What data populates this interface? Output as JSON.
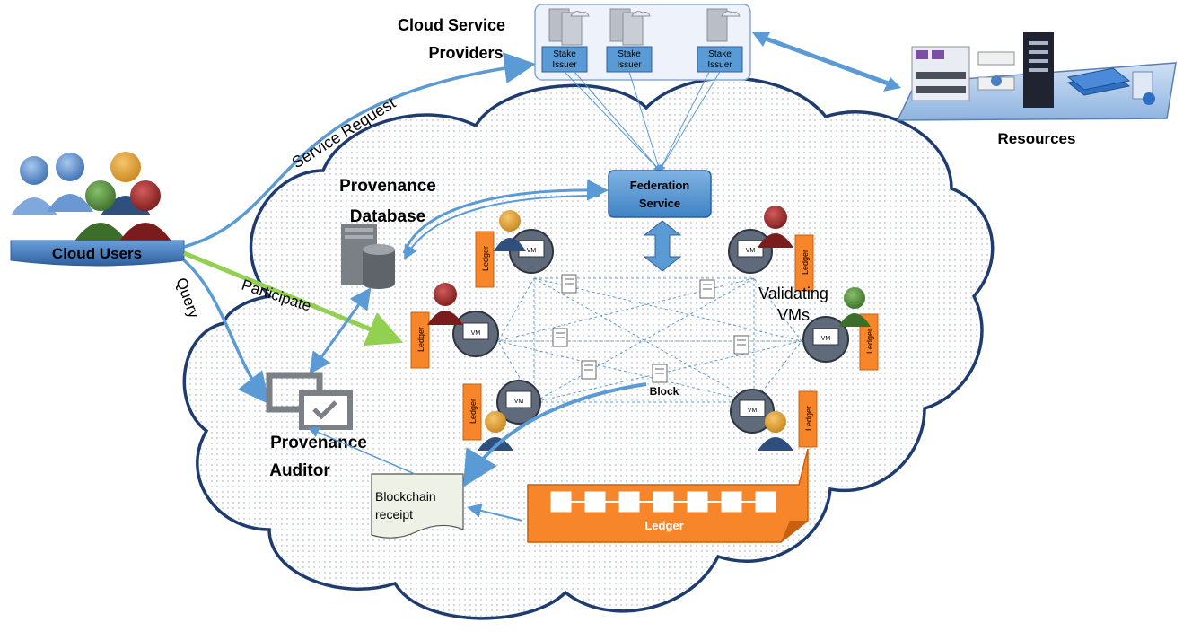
{
  "labels": {
    "cloud_service_providers": [
      "Cloud Service",
      "Providers"
    ],
    "resources": "Resources",
    "cloud_users": "Cloud Users",
    "service_request": "Service Request",
    "query": "Query",
    "participate": "Participate",
    "provenance_database": [
      "Provenance",
      "Database"
    ],
    "federation_service": [
      "Federation",
      "Service"
    ],
    "validating_vms": [
      "Validating",
      "VMs"
    ],
    "provenance_auditor": [
      "Provenance",
      "Auditor"
    ],
    "blockchain_receipt": [
      "Blockchain",
      "receipt"
    ],
    "ledger_banner": "Ledger",
    "block": "Block",
    "stake_issuer": [
      "Stake",
      "Issuer"
    ],
    "ledger_tag": "Ledger",
    "vm_tag": "VM"
  },
  "colors": {
    "arrow_blue": "#5b9bd5",
    "participate_green": "#92d050",
    "ledger_orange": "#f7862b",
    "cloud_outline": "#1f3c70",
    "federation_fill": "#5b9bd5",
    "user_red": "#9b2a2a",
    "user_green": "#4e8a3a",
    "user_orange": "#e8a33b",
    "user_blue": "#4a7fc1"
  },
  "icons": [
    "server-rack-icon",
    "database-icon",
    "monitor-check-icon",
    "vm-monitor-icon",
    "user-avatar-icon",
    "document-icon",
    "storage-tower-icon"
  ]
}
